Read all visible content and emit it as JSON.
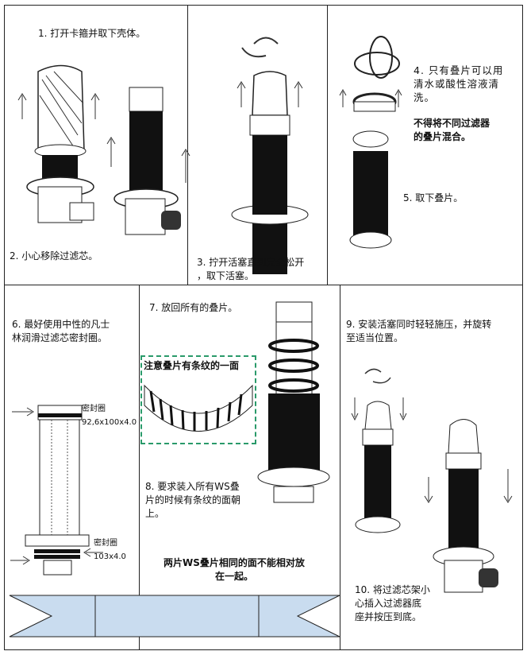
{
  "steps": {
    "s1": "1. 打开卡箍并取下壳体。",
    "s2": "2. 小心移除过滤芯。",
    "s3": "3. 拧开活塞直到完全松开\n，取下活塞。",
    "s4": "4. 只有叠片可以用\n清水或酸性溶液清\n洗。",
    "s4_warning": "不得将不同过滤器\n的叠片混合。",
    "s5": "5. 取下叠片。",
    "s6": "6. 最好使用中性的凡士\n林润滑过滤芯密封圈。",
    "s7": "7. 放回所有的叠片。",
    "s7_note": "注意叠片有条纹的一面",
    "s8": "8. 要求装入所有WS叠\n片的时候有条纹的面朝\n上。",
    "s8_warning": "两片WS叠片相同的面不能相对放\n在一起。",
    "s9": "9. 安装活塞同时轻轻施压，并旋转\n至适当位置。",
    "s10": "10. 将过滤芯架小\n心插入过滤器底\n座并按压到底。"
  },
  "seals": {
    "top_label": "密封圈",
    "top_size": "92,6x100x4.0",
    "bottom_label": "密封圈",
    "bottom_size": "103x4.0"
  },
  "colors": {
    "note_border": "#2a9a6a",
    "ribbon": "#c9dcef"
  }
}
